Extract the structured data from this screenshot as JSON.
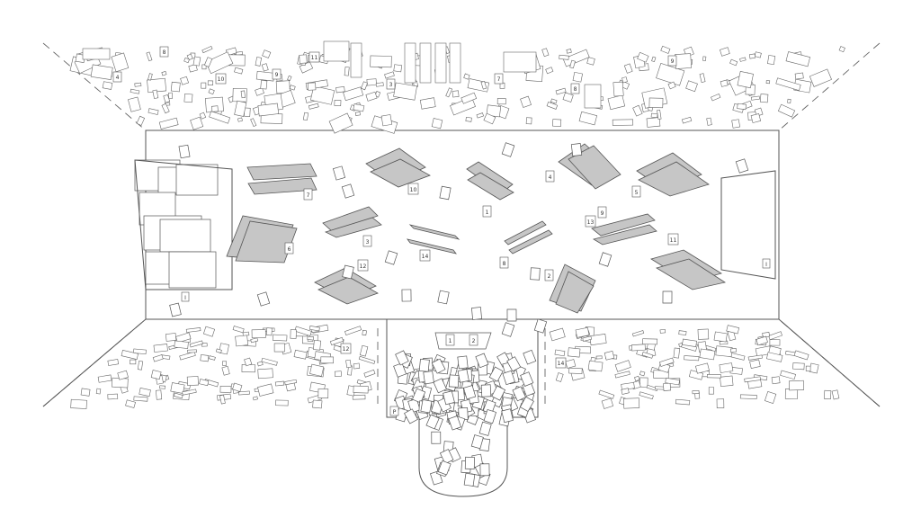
{
  "plan": {
    "stroke_color": "#555555",
    "panel_color": "#c6c6c6",
    "background": "#ffffff",
    "floor_labels": [
      "1",
      "2",
      "3",
      "4",
      "5",
      "6",
      "7",
      "8",
      "9",
      "10",
      "11",
      "12",
      "13",
      "14"
    ],
    "ceiling_labels": [
      "4",
      "10",
      "8",
      "9",
      "11",
      "3",
      "7",
      "8",
      "9"
    ],
    "lower_labels": [
      "12",
      "14",
      "1",
      "2"
    ],
    "door_label": "P",
    "left_marker": "I",
    "right_marker": "I"
  }
}
